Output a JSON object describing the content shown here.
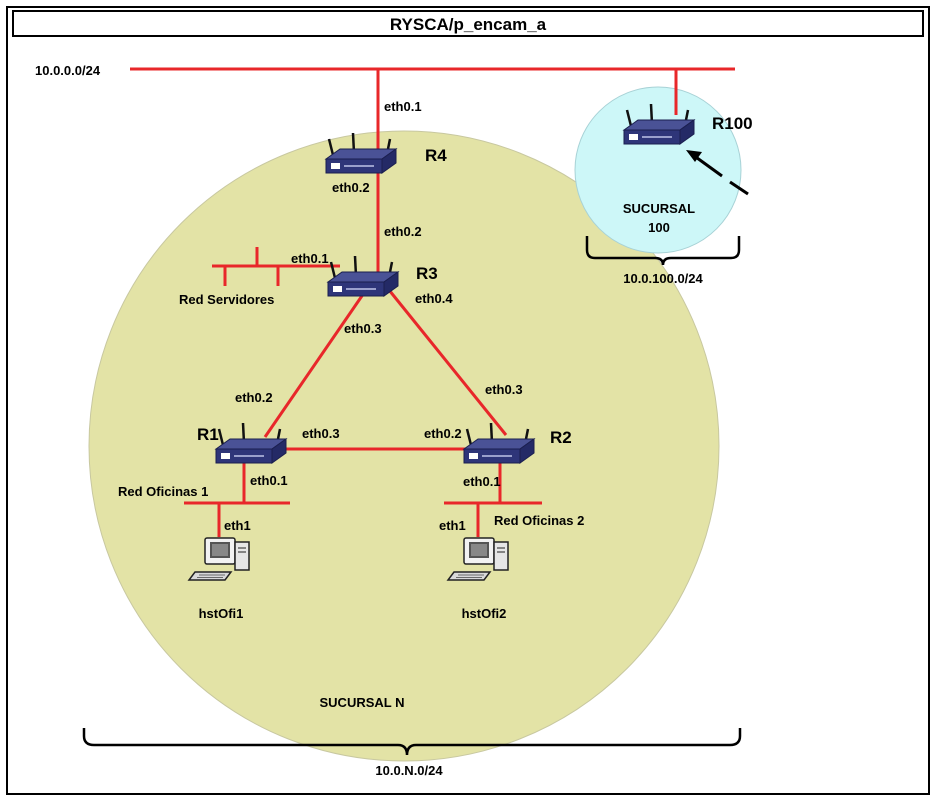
{
  "title": "RYSCA/p_encam_a",
  "networks": {
    "backbone": "10.0.0.0/24",
    "sucursal_100": "10.0.100.0/24",
    "sucursal_n": "10.0.N.0/24"
  },
  "zones": {
    "sucursal_100_line1": "SUCURSAL",
    "sucursal_100_line2": "100",
    "sucursal_n": "SUCURSAL N"
  },
  "routers": {
    "r4": "R4",
    "r3": "R3",
    "r1": "R1",
    "r2": "R2",
    "r100": "R100"
  },
  "interfaces": {
    "r4_top": "eth0.1",
    "r4_bottom": "eth0.2",
    "r3_top": "eth0.2",
    "r3_left": "eth0.1",
    "r3_down_left": "eth0.3",
    "r3_down_right": "eth0.4",
    "r1_up": "eth0.2",
    "r1_right": "eth0.3",
    "r1_down": "eth0.1",
    "r2_left": "eth0.2",
    "r2_up": "eth0.3",
    "r2_down": "eth0.1",
    "host1_eth": "eth1",
    "host2_eth": "eth1"
  },
  "segments": {
    "servers": "Red Servidores",
    "office1": "Red Oficinas 1",
    "office2": "Red Oficinas 2"
  },
  "hosts": {
    "h1": "hstOfi1",
    "h2": "hstOfi2"
  },
  "colors": {
    "link": "#e8272a",
    "sucursal_n_fill": "#e3e3a6",
    "sucursal_100_fill": "#cdf7f8",
    "router_body": "#2e3579",
    "frame": "#000000"
  }
}
